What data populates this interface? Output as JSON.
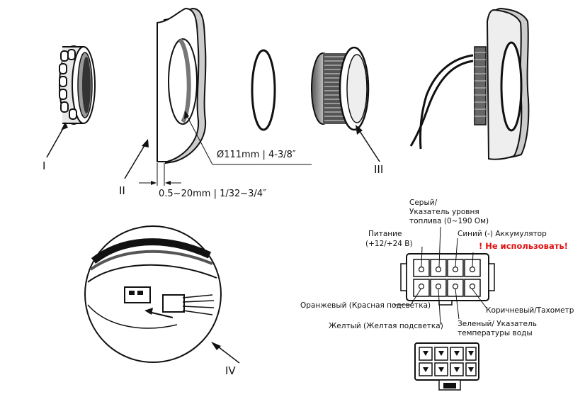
{
  "parts": {
    "I": "I",
    "II": "II",
    "III": "III",
    "IV": "IV"
  },
  "dimensions": {
    "diameter": "Ø111mm | 4-3/8″",
    "thickness": "0.5~20mm | 1/32~3/4″"
  },
  "connector_labels": {
    "gray_line1": "Серый/",
    "gray_line2": "Указатель уровня",
    "gray_line3": "топлива (0~190 Ом)",
    "power_line1": "Питание",
    "power_line2": "(+12/+24 В)",
    "blue": "Синий (-) Аккумулятор",
    "warning": "! Не использовать!",
    "orange": "Оранжевый (Красная подсветка)",
    "brown": "Коричневый/Тахометр",
    "yellow": "Желтый (Желтая подсветка)",
    "green_line1": "Зеленый/ Указатель",
    "green_line2": "температуры воды"
  },
  "colors": {
    "line": "#111111",
    "warning": "#e01010"
  }
}
